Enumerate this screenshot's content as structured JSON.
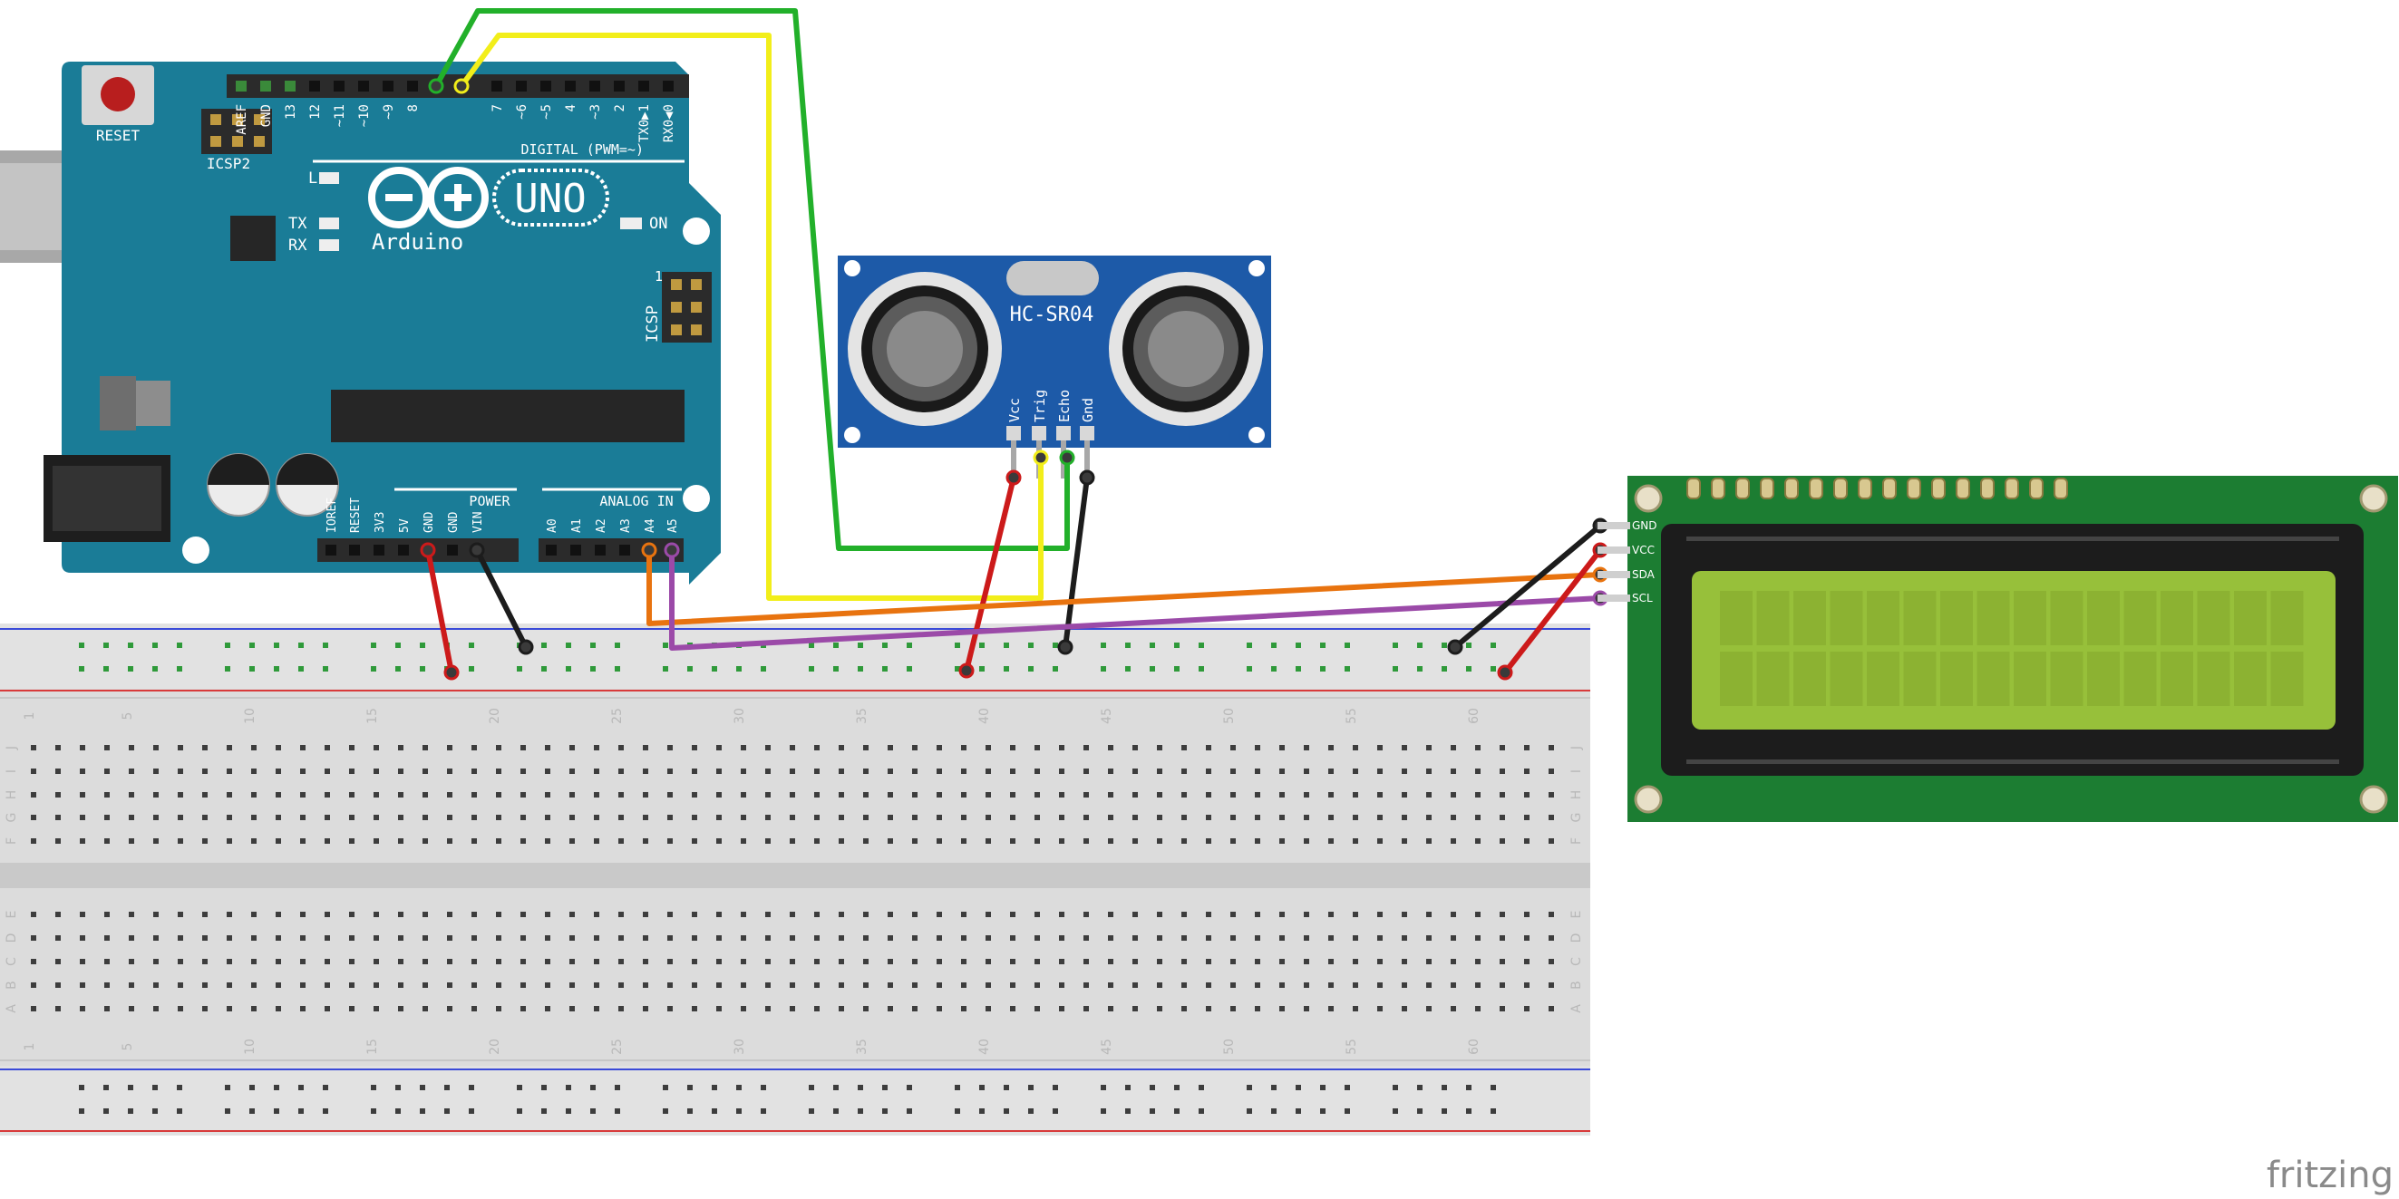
{
  "arduino": {
    "reset_label": "RESET",
    "icsp2_label": "ICSP2",
    "icsp_label": "ICSP",
    "icsp_pin1": "1",
    "digital_label": "DIGITAL (PWM=~)",
    "digital_pins": [
      "AREF",
      "GND",
      "13",
      "12",
      "~11",
      "~10",
      "~9",
      "8",
      "7",
      "~6",
      "~5",
      "4",
      "~3",
      "2",
      "TX0▶1",
      "RX0◀0"
    ],
    "led_l": "L",
    "led_tx": "TX",
    "led_rx": "RX",
    "led_on": "ON",
    "brand": "Arduino",
    "model": "UNO",
    "power_label": "POWER",
    "power_pins": [
      "IOREF",
      "RESET",
      "3V3",
      "5V",
      "GND",
      "GND",
      "VIN"
    ],
    "analog_label": "ANALOG IN",
    "analog_pins": [
      "A0",
      "A1",
      "A2",
      "A3",
      "A4",
      "A5"
    ]
  },
  "sensor": {
    "name": "HC-SR04",
    "pins": [
      "Vcc",
      "Trig",
      "Echo",
      "Gnd"
    ]
  },
  "lcd": {
    "pins": [
      "GND",
      "VCC",
      "SDA",
      "SCL"
    ]
  },
  "breadboard": {
    "columns": [
      "1",
      "5",
      "10",
      "15",
      "20",
      "25",
      "30",
      "35",
      "40",
      "45",
      "50",
      "55",
      "60"
    ],
    "rows_top": [
      "J",
      "I",
      "H",
      "G",
      "F"
    ],
    "rows_bottom": [
      "E",
      "D",
      "C",
      "B",
      "A"
    ]
  },
  "wire_colors": {
    "green": "#22b02a",
    "yellow": "#f2ee1a",
    "red": "#cc1a1a",
    "black": "#1c1c1c",
    "orange": "#e8730f",
    "purple": "#9b4aa8"
  },
  "watermark": "fritzing"
}
